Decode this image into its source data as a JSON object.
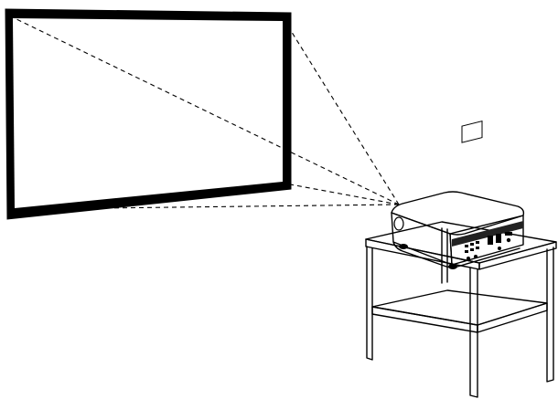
{
  "figure": {
    "description_visible_text": "",
    "colors": {
      "ink": "#000000",
      "paper": "#ffffff",
      "screen_fill": "#ffffff",
      "projector_body": "#ffffff"
    },
    "objects": [
      {
        "name": "projection-screen",
        "icon": "screen-frame-icon"
      },
      {
        "name": "projector",
        "icon": "projector-icon"
      },
      {
        "name": "projector-stand",
        "icon": "table-icon"
      },
      {
        "name": "projection-beam",
        "icon": "dashed-rays-icon"
      }
    ]
  }
}
